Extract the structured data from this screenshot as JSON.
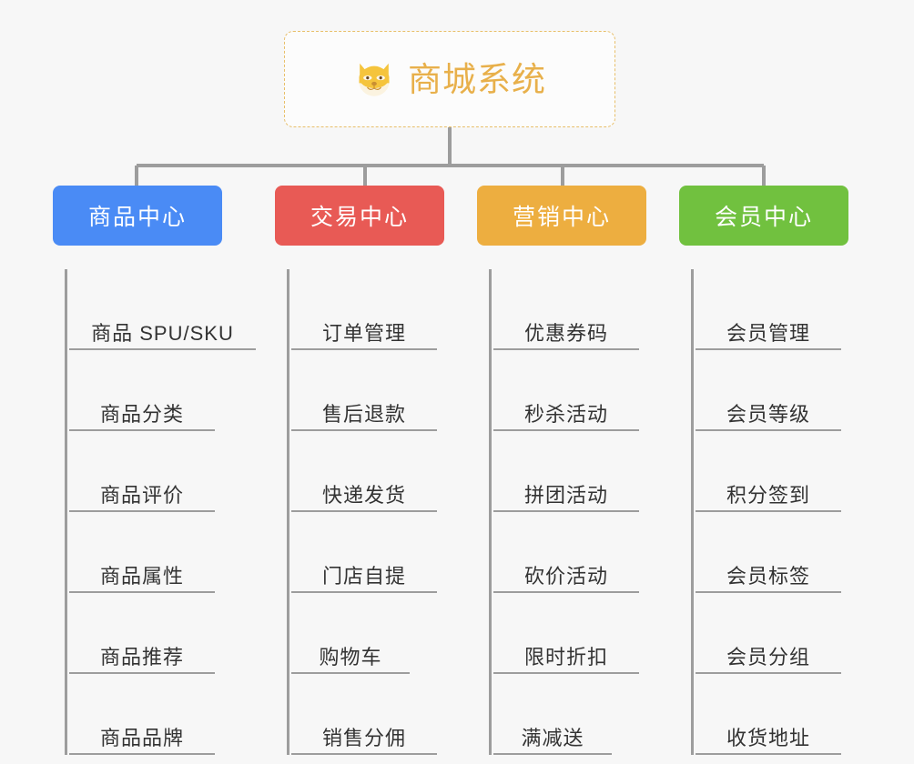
{
  "root": {
    "title": "商城系统",
    "icon": "shiba-dog-emoji",
    "title_color": "#e8b04b",
    "border_color": "#e8bf6a"
  },
  "categories": [
    {
      "label": "商品中心",
      "color": "#4a8bf5",
      "items": [
        {
          "label": "商品 SPU/SKU",
          "width": "wide"
        },
        {
          "label": "商品分类",
          "width": "normal"
        },
        {
          "label": "商品评价",
          "width": "normal"
        },
        {
          "label": "商品属性",
          "width": "normal"
        },
        {
          "label": "商品推荐",
          "width": "normal"
        },
        {
          "label": "商品品牌",
          "width": "normal"
        }
      ]
    },
    {
      "label": "交易中心",
      "color": "#e85a55",
      "items": [
        {
          "label": "订单管理",
          "width": "normal"
        },
        {
          "label": "售后退款",
          "width": "normal"
        },
        {
          "label": "快递发货",
          "width": "normal"
        },
        {
          "label": "门店自提",
          "width": "normal"
        },
        {
          "label": "购物车",
          "width": "narrow"
        },
        {
          "label": "销售分佣",
          "width": "normal"
        }
      ]
    },
    {
      "label": "营销中心",
      "color": "#edae40",
      "items": [
        {
          "label": "优惠券码",
          "width": "normal"
        },
        {
          "label": "秒杀活动",
          "width": "normal"
        },
        {
          "label": "拼团活动",
          "width": "normal"
        },
        {
          "label": "砍价活动",
          "width": "normal"
        },
        {
          "label": "限时折扣",
          "width": "normal"
        },
        {
          "label": "满减送",
          "width": "narrow"
        }
      ]
    },
    {
      "label": "会员中心",
      "color": "#71c13f",
      "items": [
        {
          "label": "会员管理",
          "width": "normal"
        },
        {
          "label": "会员等级",
          "width": "normal"
        },
        {
          "label": "积分签到",
          "width": "normal"
        },
        {
          "label": "会员标签",
          "width": "normal"
        },
        {
          "label": "会员分组",
          "width": "normal"
        },
        {
          "label": "收货地址",
          "width": "normal"
        }
      ]
    }
  ],
  "connector_color": "#9d9d9d",
  "background_color": "#f7f7f7"
}
